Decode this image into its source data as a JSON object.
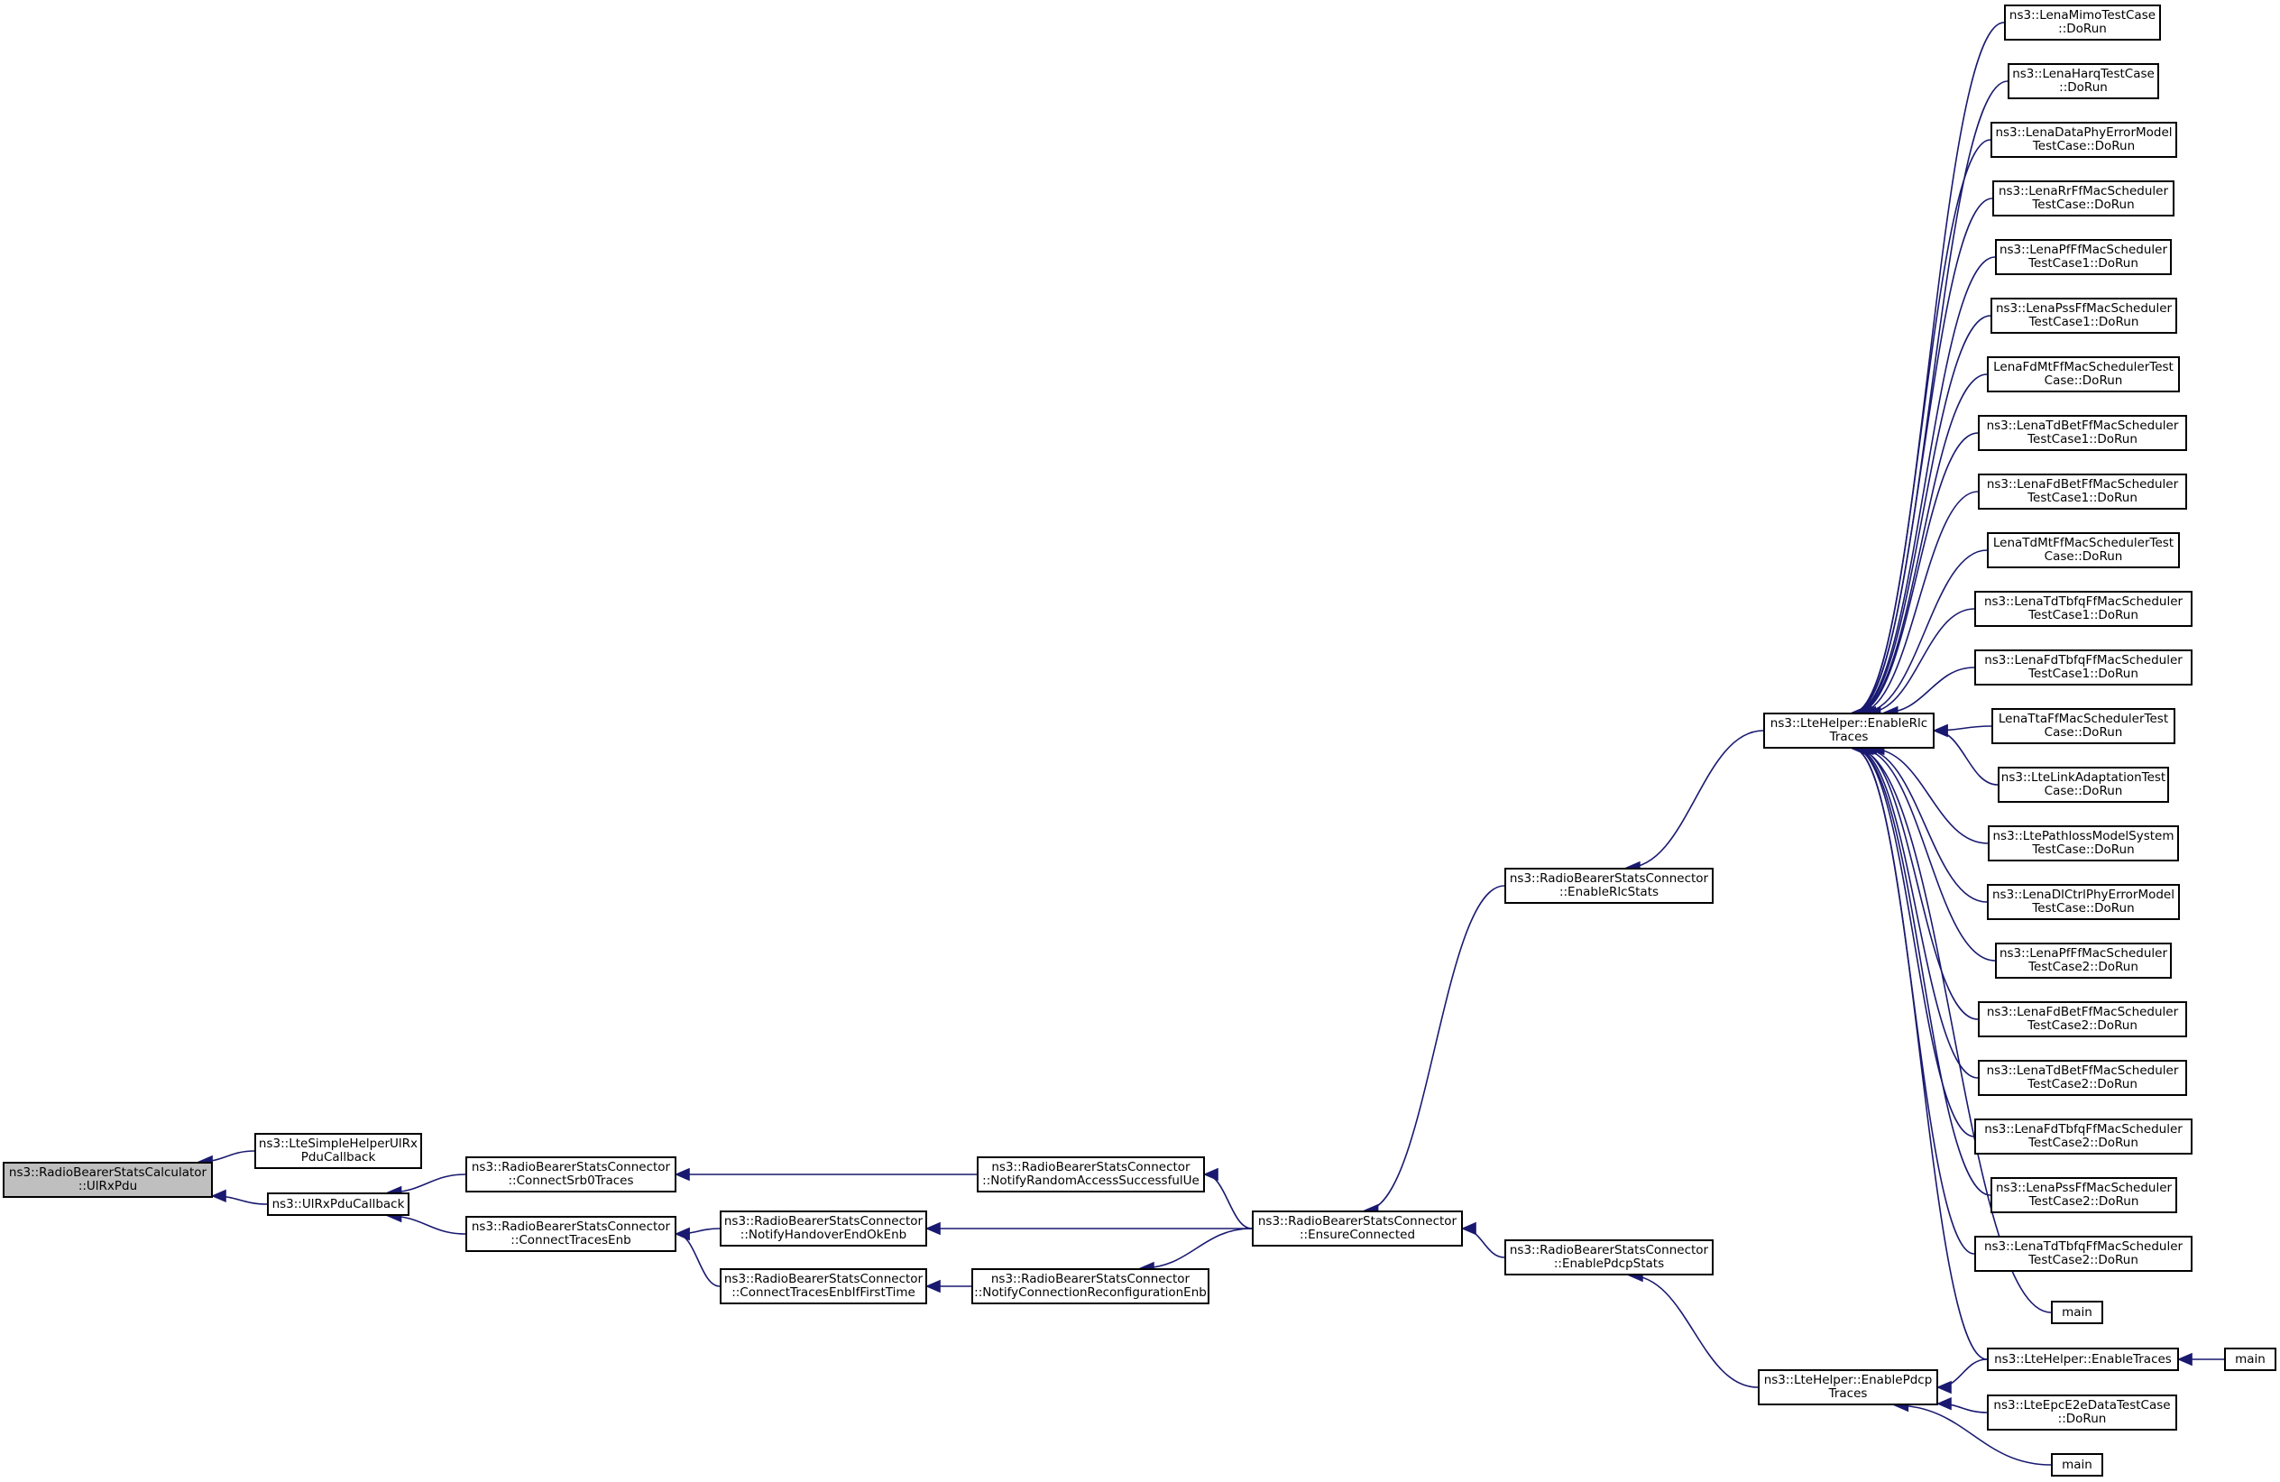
{
  "diagram": {
    "colors": {
      "edge": "#191970",
      "node_border": "#000000",
      "root_fill": "#bfbfbf",
      "node_fill": "#ffffff"
    },
    "nodes": [
      {
        "id": "root",
        "lines": [
          "ns3::RadioBearerStatsCalculator",
          "::UlRxPdu"
        ]
      },
      {
        "id": "lte-simple-helper",
        "lines": [
          "ns3::LteSimpleHelperUlRx",
          "PduCallback"
        ]
      },
      {
        "id": "ulrxpdu-callback",
        "lines": [
          "ns3::UlRxPduCallback"
        ]
      },
      {
        "id": "connect-srb0",
        "lines": [
          "ns3::RadioBearerStatsConnector",
          "::ConnectSrb0Traces"
        ]
      },
      {
        "id": "connect-traces-enb",
        "lines": [
          "ns3::RadioBearerStatsConnector",
          "::ConnectTracesEnb"
        ]
      },
      {
        "id": "notify-handover",
        "lines": [
          "ns3::RadioBearerStatsConnector",
          "::NotifyHandoverEndOkEnb"
        ]
      },
      {
        "id": "connect-traces-first",
        "lines": [
          "ns3::RadioBearerStatsConnector",
          "::ConnectTracesEnbIfFirstTime"
        ]
      },
      {
        "id": "notify-random-access",
        "lines": [
          "ns3::RadioBearerStatsConnector",
          "::NotifyRandomAccessSuccessfulUe"
        ]
      },
      {
        "id": "notify-conn-reconf",
        "lines": [
          "ns3::RadioBearerStatsConnector",
          "::NotifyConnectionReconfigurationEnb"
        ]
      },
      {
        "id": "ensure-connected",
        "lines": [
          "ns3::RadioBearerStatsConnector",
          "::EnsureConnected"
        ]
      },
      {
        "id": "enable-rlc-stats",
        "lines": [
          "ns3::RadioBearerStatsConnector",
          "::EnableRlcStats"
        ]
      },
      {
        "id": "enable-pdcp-stats",
        "lines": [
          "ns3::RadioBearerStatsConnector",
          "::EnablePdcpStats"
        ]
      },
      {
        "id": "enable-rlc-traces",
        "lines": [
          "ns3::LteHelper::EnableRlc",
          "Traces"
        ]
      },
      {
        "id": "enable-pdcp-traces",
        "lines": [
          "ns3::LteHelper::EnablePdcp",
          "Traces"
        ]
      },
      {
        "id": "mimo",
        "lines": [
          "ns3::LenaMimoTestCase",
          "::DoRun"
        ]
      },
      {
        "id": "harq",
        "lines": [
          "ns3::LenaHarqTestCase",
          "::DoRun"
        ]
      },
      {
        "id": "data-phy-error",
        "lines": [
          "ns3::LenaDataPhyErrorModel",
          "TestCase::DoRun"
        ]
      },
      {
        "id": "rr-ff",
        "lines": [
          "ns3::LenaRrFfMacScheduler",
          "TestCase::DoRun"
        ]
      },
      {
        "id": "pf-ff-1",
        "lines": [
          "ns3::LenaPfFfMacScheduler",
          "TestCase1::DoRun"
        ]
      },
      {
        "id": "pss-ff-1",
        "lines": [
          "ns3::LenaPssFfMacScheduler",
          "TestCase1::DoRun"
        ]
      },
      {
        "id": "fdmt-ff",
        "lines": [
          "LenaFdMtFfMacSchedulerTest",
          "Case::DoRun"
        ]
      },
      {
        "id": "tdbet-ff-1",
        "lines": [
          "ns3::LenaTdBetFfMacScheduler",
          "TestCase1::DoRun"
        ]
      },
      {
        "id": "fdbet-ff-1",
        "lines": [
          "ns3::LenaFdBetFfMacScheduler",
          "TestCase1::DoRun"
        ]
      },
      {
        "id": "tdmt-ff",
        "lines": [
          "LenaTdMtFfMacSchedulerTest",
          "Case::DoRun"
        ]
      },
      {
        "id": "tdtbfq-ff-1",
        "lines": [
          "ns3::LenaTdTbfqFfMacScheduler",
          "TestCase1::DoRun"
        ]
      },
      {
        "id": "fdtbfq-ff-1",
        "lines": [
          "ns3::LenaFdTbfqFfMacScheduler",
          "TestCase1::DoRun"
        ]
      },
      {
        "id": "tta-ff",
        "lines": [
          "LenaTtaFfMacSchedulerTest",
          "Case::DoRun"
        ]
      },
      {
        "id": "link-adapt",
        "lines": [
          "ns3::LteLinkAdaptationTest",
          "Case::DoRun"
        ]
      },
      {
        "id": "pathloss",
        "lines": [
          "ns3::LtePathlossModelSystem",
          "TestCase::DoRun"
        ]
      },
      {
        "id": "dlctrl-phy-error",
        "lines": [
          "ns3::LenaDlCtrlPhyErrorModel",
          "TestCase::DoRun"
        ]
      },
      {
        "id": "pf-ff-2",
        "lines": [
          "ns3::LenaPfFfMacScheduler",
          "TestCase2::DoRun"
        ]
      },
      {
        "id": "fdbet-ff-2",
        "lines": [
          "ns3::LenaFdBetFfMacScheduler",
          "TestCase2::DoRun"
        ]
      },
      {
        "id": "tdbet-ff-2",
        "lines": [
          "ns3::LenaTdBetFfMacScheduler",
          "TestCase2::DoRun"
        ]
      },
      {
        "id": "fdtbfq-ff-2",
        "lines": [
          "ns3::LenaFdTbfqFfMacScheduler",
          "TestCase2::DoRun"
        ]
      },
      {
        "id": "pss-ff-2",
        "lines": [
          "ns3::LenaPssFfMacScheduler",
          "TestCase2::DoRun"
        ]
      },
      {
        "id": "tdtbfq-ff-2",
        "lines": [
          "ns3::LenaTdTbfqFfMacScheduler",
          "TestCase2::DoRun"
        ]
      },
      {
        "id": "main-a",
        "lines": [
          "main"
        ]
      },
      {
        "id": "enable-traces",
        "lines": [
          "ns3::LteHelper::EnableTraces"
        ]
      },
      {
        "id": "main-b",
        "lines": [
          "main"
        ]
      },
      {
        "id": "epc-e2e",
        "lines": [
          "ns3::LteEpcE2eDataTestCase",
          "::DoRun"
        ]
      },
      {
        "id": "main-c",
        "lines": [
          "main"
        ]
      }
    ],
    "edges": [
      {
        "from": "lte-simple-helper",
        "to": "root"
      },
      {
        "from": "ulrxpdu-callback",
        "to": "root"
      },
      {
        "from": "connect-srb0",
        "to": "ulrxpdu-callback"
      },
      {
        "from": "connect-traces-enb",
        "to": "ulrxpdu-callback"
      },
      {
        "from": "notify-random-access",
        "to": "connect-srb0"
      },
      {
        "from": "notify-handover",
        "to": "connect-traces-enb"
      },
      {
        "from": "connect-traces-first",
        "to": "connect-traces-enb"
      },
      {
        "from": "notify-conn-reconf",
        "to": "connect-traces-first"
      },
      {
        "from": "ensure-connected",
        "to": "notify-random-access"
      },
      {
        "from": "ensure-connected",
        "to": "notify-handover"
      },
      {
        "from": "ensure-connected",
        "to": "notify-conn-reconf"
      },
      {
        "from": "enable-rlc-stats",
        "to": "ensure-connected"
      },
      {
        "from": "enable-pdcp-stats",
        "to": "ensure-connected"
      },
      {
        "from": "enable-rlc-traces",
        "to": "enable-rlc-stats"
      },
      {
        "from": "enable-pdcp-traces",
        "to": "enable-pdcp-stats"
      },
      {
        "from": "mimo",
        "to": "enable-rlc-traces"
      },
      {
        "from": "harq",
        "to": "enable-rlc-traces"
      },
      {
        "from": "data-phy-error",
        "to": "enable-rlc-traces"
      },
      {
        "from": "rr-ff",
        "to": "enable-rlc-traces"
      },
      {
        "from": "pf-ff-1",
        "to": "enable-rlc-traces"
      },
      {
        "from": "pss-ff-1",
        "to": "enable-rlc-traces"
      },
      {
        "from": "fdmt-ff",
        "to": "enable-rlc-traces"
      },
      {
        "from": "tdbet-ff-1",
        "to": "enable-rlc-traces"
      },
      {
        "from": "fdbet-ff-1",
        "to": "enable-rlc-traces"
      },
      {
        "from": "tdmt-ff",
        "to": "enable-rlc-traces"
      },
      {
        "from": "tdtbfq-ff-1",
        "to": "enable-rlc-traces"
      },
      {
        "from": "fdtbfq-ff-1",
        "to": "enable-rlc-traces"
      },
      {
        "from": "tta-ff",
        "to": "enable-rlc-traces"
      },
      {
        "from": "link-adapt",
        "to": "enable-rlc-traces"
      },
      {
        "from": "pathloss",
        "to": "enable-rlc-traces"
      },
      {
        "from": "dlctrl-phy-error",
        "to": "enable-rlc-traces"
      },
      {
        "from": "pf-ff-2",
        "to": "enable-rlc-traces"
      },
      {
        "from": "fdbet-ff-2",
        "to": "enable-rlc-traces"
      },
      {
        "from": "tdbet-ff-2",
        "to": "enable-rlc-traces"
      },
      {
        "from": "fdtbfq-ff-2",
        "to": "enable-rlc-traces"
      },
      {
        "from": "pss-ff-2",
        "to": "enable-rlc-traces"
      },
      {
        "from": "tdtbfq-ff-2",
        "to": "enable-rlc-traces"
      },
      {
        "from": "main-a",
        "to": "enable-rlc-traces"
      },
      {
        "from": "enable-traces",
        "to": "enable-rlc-traces"
      },
      {
        "from": "enable-traces",
        "to": "enable-pdcp-traces"
      },
      {
        "from": "main-b",
        "to": "enable-traces"
      },
      {
        "from": "epc-e2e",
        "to": "enable-pdcp-traces"
      },
      {
        "from": "main-c",
        "to": "enable-pdcp-traces"
      }
    ]
  }
}
